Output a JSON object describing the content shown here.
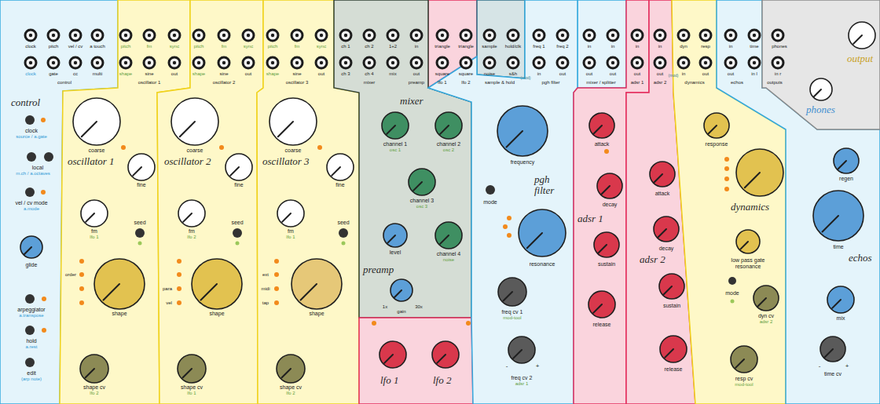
{
  "diagram": {
    "nodes": [
      {
        "text": [
          "control"
        ]
      },
      {
        "text": [
          "oscillator 1"
        ]
      },
      {
        "text": [
          "oscillator 2"
        ]
      },
      {
        "text": [
          "oscillator 3"
        ]
      },
      {
        "text": [
          "mixer",
          "preamp"
        ]
      },
      {
        "text": [
          "lfo 1",
          "lfo 2"
        ]
      },
      {
        "text": [
          "pgh filter"
        ]
      },
      {
        "text": [
          "adsr 1"
        ]
      },
      {
        "text": [
          "adsr 2"
        ]
      },
      {
        "text": [
          "dynamics"
        ]
      },
      {
        "text": [
          "echos"
        ]
      },
      {
        "text": [
          "output",
          "phones"
        ]
      }
    ],
    "labels": [
      "clock",
      "pitch",
      "vel / cv",
      "a touch",
      "clock",
      "gate",
      "cc",
      "multi",
      "control",
      "pitch",
      "fm",
      "sync",
      "shape",
      "sine",
      "out",
      "oscillator 1",
      "pitch",
      "fm",
      "sync",
      "shape",
      "sine",
      "out",
      "oscillator 2",
      "pitch",
      "fm",
      "sync",
      "shape",
      "sine",
      "out",
      "oscillator 3",
      "ch 1",
      "ch 2",
      "1+2",
      "in",
      "ch 3",
      "ch 4",
      "mix",
      "out",
      "mixer",
      "preamp",
      "triangle",
      "triangle",
      "square",
      "square",
      "lfo 1",
      "lfo 2",
      "sample",
      "hold/clk",
      "noise",
      "s&h",
      "(mod)",
      "sample & hold",
      "freq 1",
      "freq 2",
      "in",
      "out",
      "pgh filter",
      "in",
      "in",
      "out",
      "out",
      "mixer / splitter",
      "in",
      "out",
      "adsr 1",
      "in",
      "out",
      "(mod)",
      "adsr 2",
      "dyn",
      "resp",
      "in",
      "out",
      "dynamics",
      "in",
      "time",
      "out",
      "in l",
      "echos",
      "phones",
      "in r",
      "outputs",
      "clock",
      "source / a.gate",
      "local",
      "m.ch / a.octaves",
      "vel / cv mode",
      "a.mode",
      "glide",
      "arpeggiator",
      "a.transpose",
      "hold",
      "a.rest",
      "edit",
      "(arp note)",
      "coarse",
      "fine",
      "fm",
      "lfo 1",
      "seed",
      "order",
      "shape",
      "shape cv",
      "lfo 2",
      "coarse",
      "fine",
      "fm",
      "lfo 2",
      "seed",
      "para",
      "vel",
      "shape",
      "shape cv",
      "lfo 1",
      "coarse",
      "fine",
      "fm",
      "lfo 1",
      "seed",
      "ext",
      "midi",
      "tap",
      "shape",
      "shape cv",
      "lfo 2",
      "channel 1",
      "osc 1",
      "channel 2",
      "osc 2",
      "channel 3",
      "osc 3",
      "level",
      "channel 4",
      "noise",
      "1x",
      "30x",
      "gain",
      "frequency",
      "mode",
      "resonance",
      "freq cv 1",
      "mod-tool",
      "-",
      "+",
      "freq cv 2",
      "adsr 1",
      "attack",
      "decay",
      "sustain",
      "release",
      "attack",
      "decay",
      "sustain",
      "release",
      "response",
      "low pass gate resonance",
      "mode",
      "dyn cv",
      "adsr 2",
      "resp cv",
      "mod-tool",
      "regen",
      "time",
      "mix",
      "-",
      "+",
      "time cv"
    ]
  }
}
